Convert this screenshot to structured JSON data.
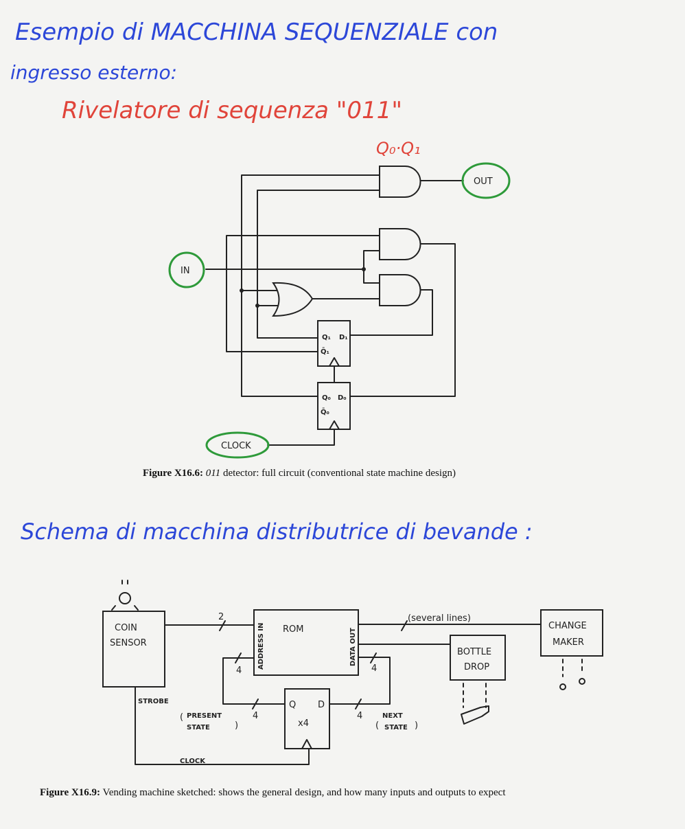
{
  "notes": {
    "title_line1": "Esempio di MACCHINA SEQUENZIALE con",
    "title_line2": "ingresso esterno:",
    "subtitle": "Rivelatore di sequenza \"011\"",
    "output_expr": "Q₀·Q₁",
    "section2_title": "Schema di macchina distributrice di bevande :"
  },
  "figure1": {
    "caption_bold": "Figure X16.6:",
    "caption_italic": "011",
    "caption_rest": "detector: full circuit (conventional state machine design)",
    "labels": {
      "out": "OUT",
      "in": "IN",
      "clock": "CLOCK",
      "ff1_q": "Q₁",
      "ff1_d": "D₁",
      "ff1_qbar": "Q̄₁",
      "ff0_q": "Q₀",
      "ff0_d": "D₀",
      "ff0_qbar": "Q̄₀"
    }
  },
  "figure2": {
    "caption_bold": "Figure X16.9:",
    "caption_rest": "Vending machine sketched: shows the general design, and how many inputs and outputs to expect",
    "labels": {
      "coin_sensor_1": "COIN",
      "coin_sensor_2": "SENSOR",
      "rom": "ROM",
      "address_in": "ADDRESS IN",
      "data_out": "DATA OUT",
      "several_lines": "(several lines)",
      "change_maker_1": "CHANGE",
      "change_maker_2": "MAKER",
      "bottle_drop_1": "BOTTLE",
      "bottle_drop_2": "DROP",
      "bus_coin": "2",
      "bus_addr": "4",
      "bus_data": "4",
      "bus_q": "4",
      "bus_d": "4",
      "strobe": "STROBE",
      "clock": "CLOCK",
      "q": "Q",
      "d": "D",
      "x4": "x4",
      "present_1": "PRESENT",
      "present_2": "STATE",
      "next_1": "NEXT",
      "next_2": "STATE"
    }
  }
}
